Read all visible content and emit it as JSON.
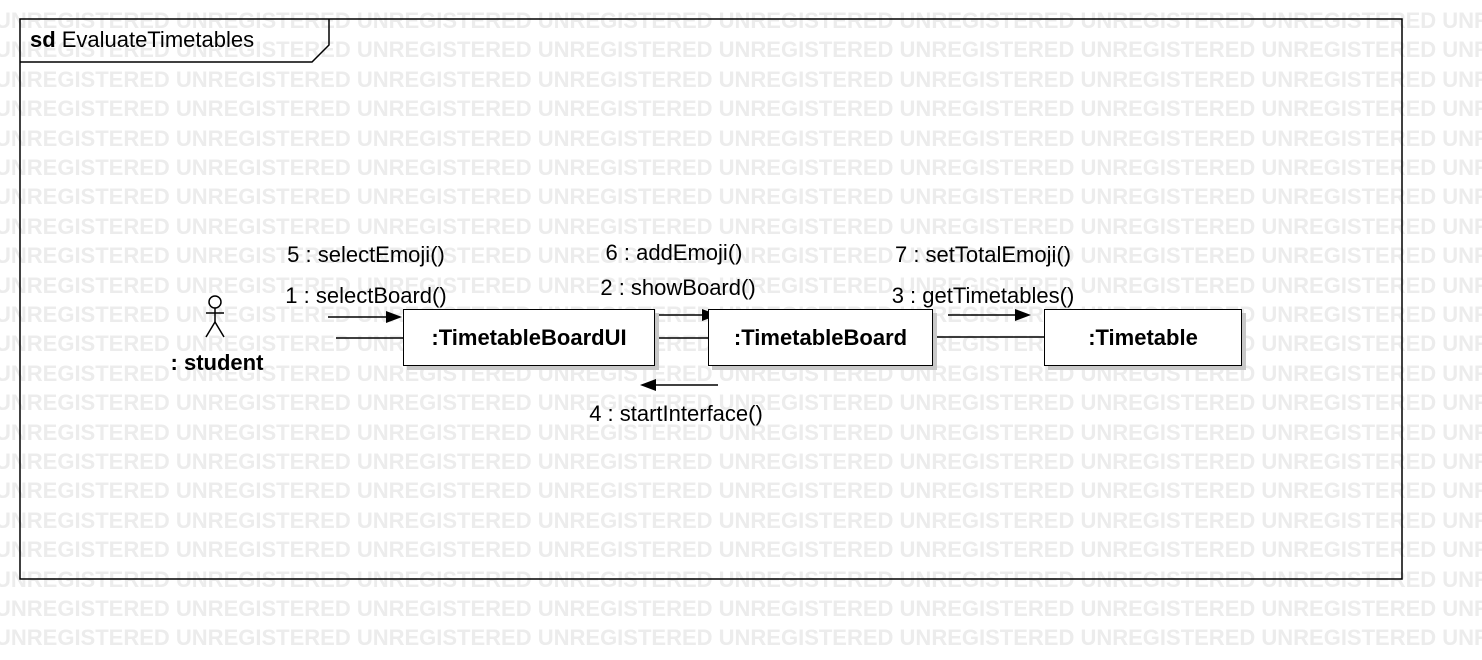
{
  "watermark": "UNREGISTERED",
  "frame": {
    "keyword": "sd",
    "name": "EvaluateTimetables"
  },
  "actor": {
    "name": ": student"
  },
  "objects": {
    "timetable_board_ui": ":TimetableBoardUI",
    "timetable_board": ":TimetableBoard",
    "timetable": ":Timetable"
  },
  "messages": {
    "m1": "1 : selectBoard()",
    "m2": "2 : showBoard()",
    "m3": "3 : getTimetables()",
    "m4": "4 : startInterface()",
    "m5": "5 : selectEmoji()",
    "m6": "6 : addEmoji()",
    "m7": "7 : setTotalEmoji()"
  },
  "colors": {
    "line": "#000000",
    "shadow": "#c8c8c8",
    "watermark": "#ececec"
  }
}
